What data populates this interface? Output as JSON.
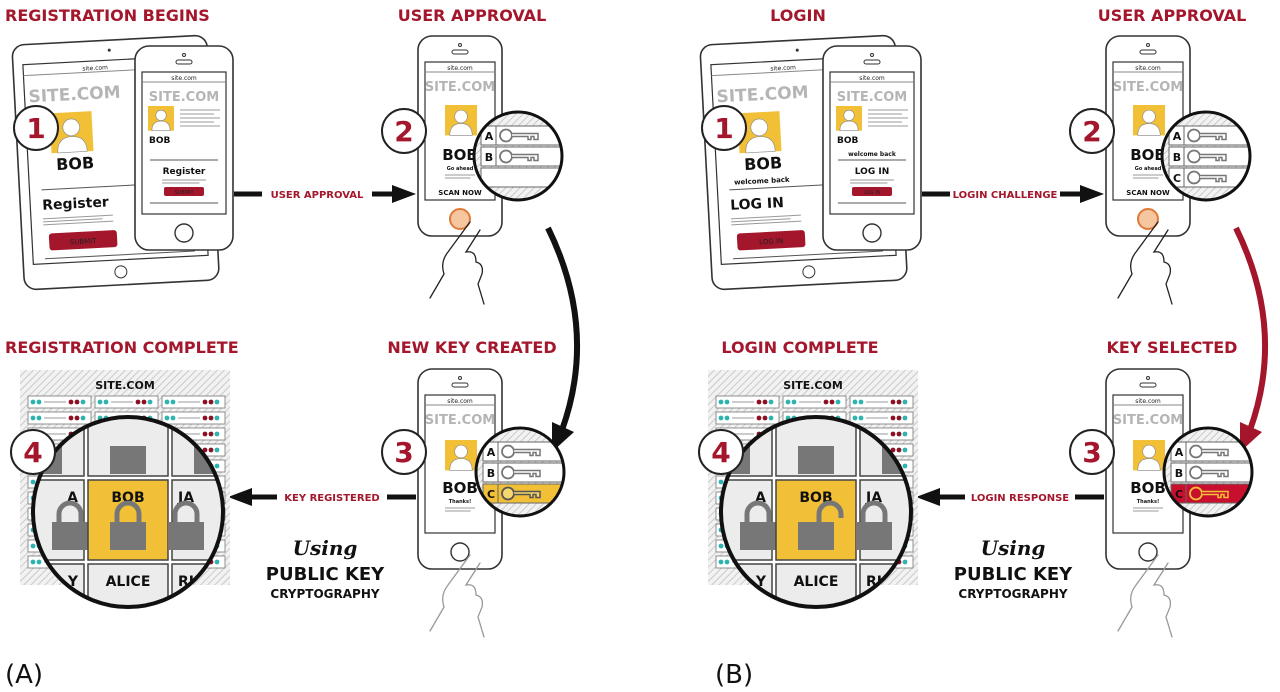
{
  "colors": {
    "accent_red": "#a3162b",
    "avatar_yellow": "#f2c037",
    "server_teal": "#2fb3b0",
    "server_red": "#8c1023",
    "lock_grey": "#777777"
  },
  "panels": [
    {
      "caption": "(A)",
      "flow_arrow_color": "#111111",
      "steps": {
        "s1": {
          "number": "1",
          "title": "REGISTRATION BEGINS"
        },
        "s2": {
          "number": "2",
          "title": "USER APPROVAL"
        },
        "s3": {
          "number": "3",
          "title": "NEW KEY CREATED"
        },
        "s4": {
          "number": "4",
          "title": "REGISTRATION COMPLETE"
        }
      },
      "device": {
        "url": "site.com",
        "brand": "SITE.COM",
        "user": "BOB",
        "greeting": "",
        "heading": "Register",
        "button": "SUBMIT"
      },
      "approval": {
        "prompt": "Go ahead",
        "action": "SCAN NOW",
        "keys": [
          "A",
          "B"
        ]
      },
      "done": {
        "message": "Thanks!",
        "keys": [
          "A",
          "B",
          "C"
        ],
        "highlight_key": "C",
        "highlight_color": "#f2c037",
        "highlight_mode": "created"
      },
      "arrows": {
        "to_approval": "USER APPROVAL",
        "to_server": "KEY REGISTERED"
      },
      "server": {
        "title": "SITE.COM",
        "cells": [
          "A",
          "BOB",
          "JA",
          "Y",
          "ALICE",
          "RI"
        ],
        "lock_state": "locked"
      },
      "footnote": {
        "script": "Using",
        "line1": "PUBLIC KEY",
        "line2": "CRYPTOGRAPHY"
      }
    },
    {
      "caption": "(B)",
      "flow_arrow_color": "#a3162b",
      "steps": {
        "s1": {
          "number": "1",
          "title": "LOGIN"
        },
        "s2": {
          "number": "2",
          "title": "USER APPROVAL"
        },
        "s3": {
          "number": "3",
          "title": "KEY SELECTED"
        },
        "s4": {
          "number": "4",
          "title": "LOGIN COMPLETE"
        }
      },
      "device": {
        "url": "site.com",
        "brand": "SITE.COM",
        "user": "BOB",
        "greeting": "welcome back",
        "heading": "LOG IN",
        "button": "LOG IN"
      },
      "approval": {
        "prompt": "Go ahead",
        "action": "SCAN NOW",
        "keys": [
          "A",
          "B",
          "C"
        ]
      },
      "done": {
        "message": "Thanks!",
        "keys": [
          "A",
          "B",
          "C"
        ],
        "highlight_key": "C",
        "highlight_color": "#c8102e",
        "highlight_mode": "selected"
      },
      "arrows": {
        "to_approval": "LOGIN CHALLENGE",
        "to_server": "LOGIN RESPONSE"
      },
      "server": {
        "title": "SITE.COM",
        "cells": [
          "A",
          "BOB",
          "JA",
          "Y",
          "ALICE",
          "RI"
        ],
        "lock_state": "unlocked"
      },
      "footnote": {
        "script": "Using",
        "line1": "PUBLIC KEY",
        "line2": "CRYPTOGRAPHY"
      }
    }
  ]
}
